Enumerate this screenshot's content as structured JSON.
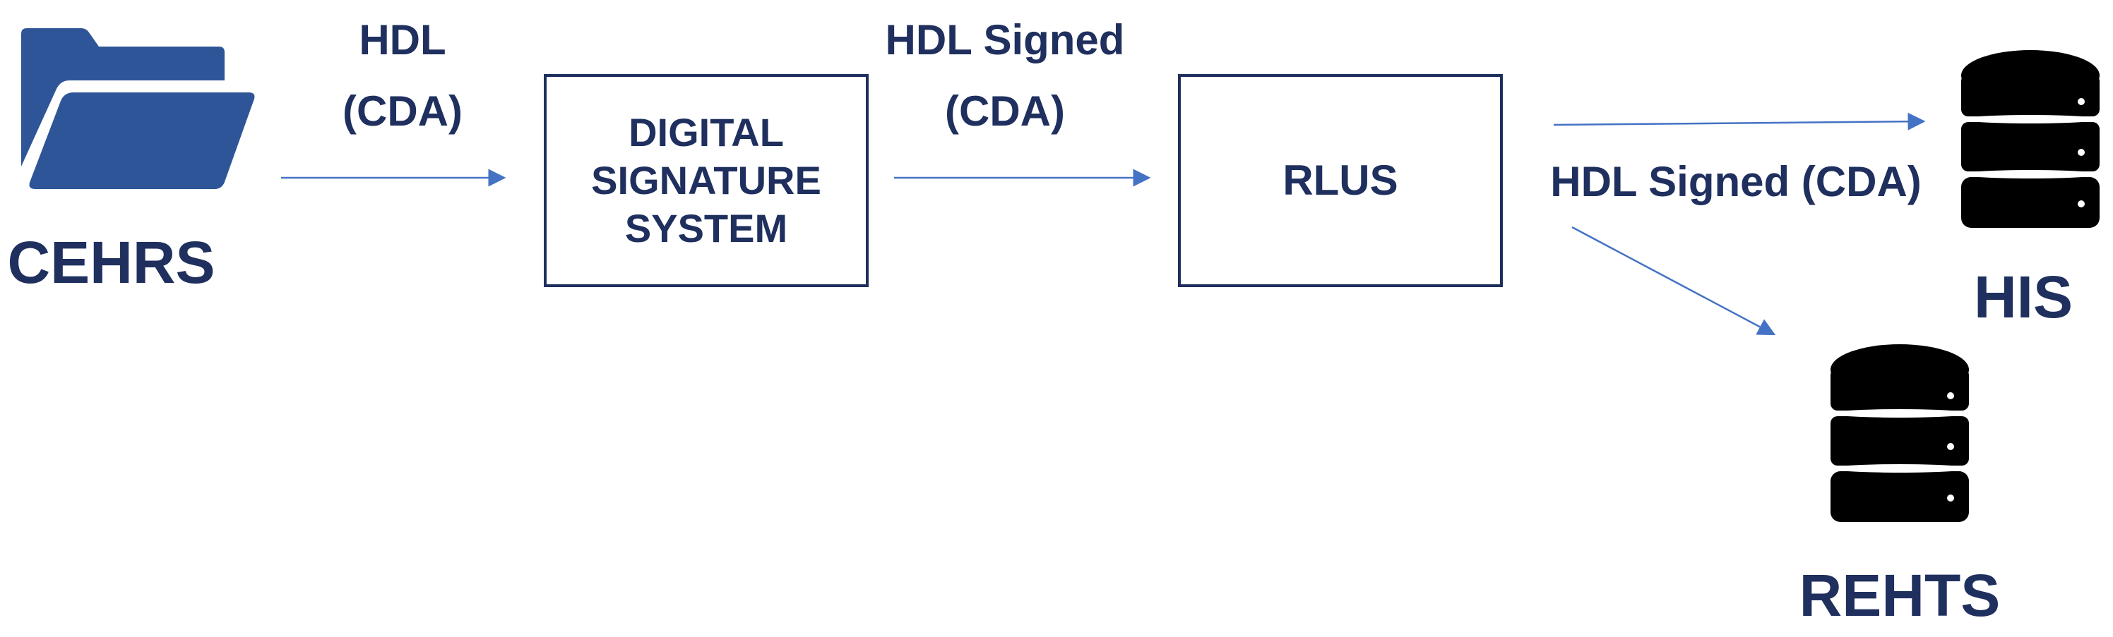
{
  "colors": {
    "text": "#1f2f5e",
    "arrow": "#4472c4",
    "folder": "#2e5597",
    "db": "#000000"
  },
  "nodes": {
    "cehrs": {
      "label": "CEHRS",
      "icon": "folder-icon"
    },
    "dss": {
      "label": "DIGITAL\nSIGNATURE\nSYSTEM"
    },
    "rlus": {
      "label": "RLUS"
    },
    "his": {
      "label": "HIS",
      "icon": "database-icon"
    },
    "rehts": {
      "label": "REHTS",
      "icon": "database-icon"
    }
  },
  "edges": {
    "cehrs_to_dss": {
      "line1": "HDL",
      "line2": "(CDA)"
    },
    "dss_to_rlus": {
      "line1": "HDL Signed",
      "line2": "(CDA)"
    },
    "rlus_out": {
      "label": "HDL Signed (CDA)"
    }
  }
}
